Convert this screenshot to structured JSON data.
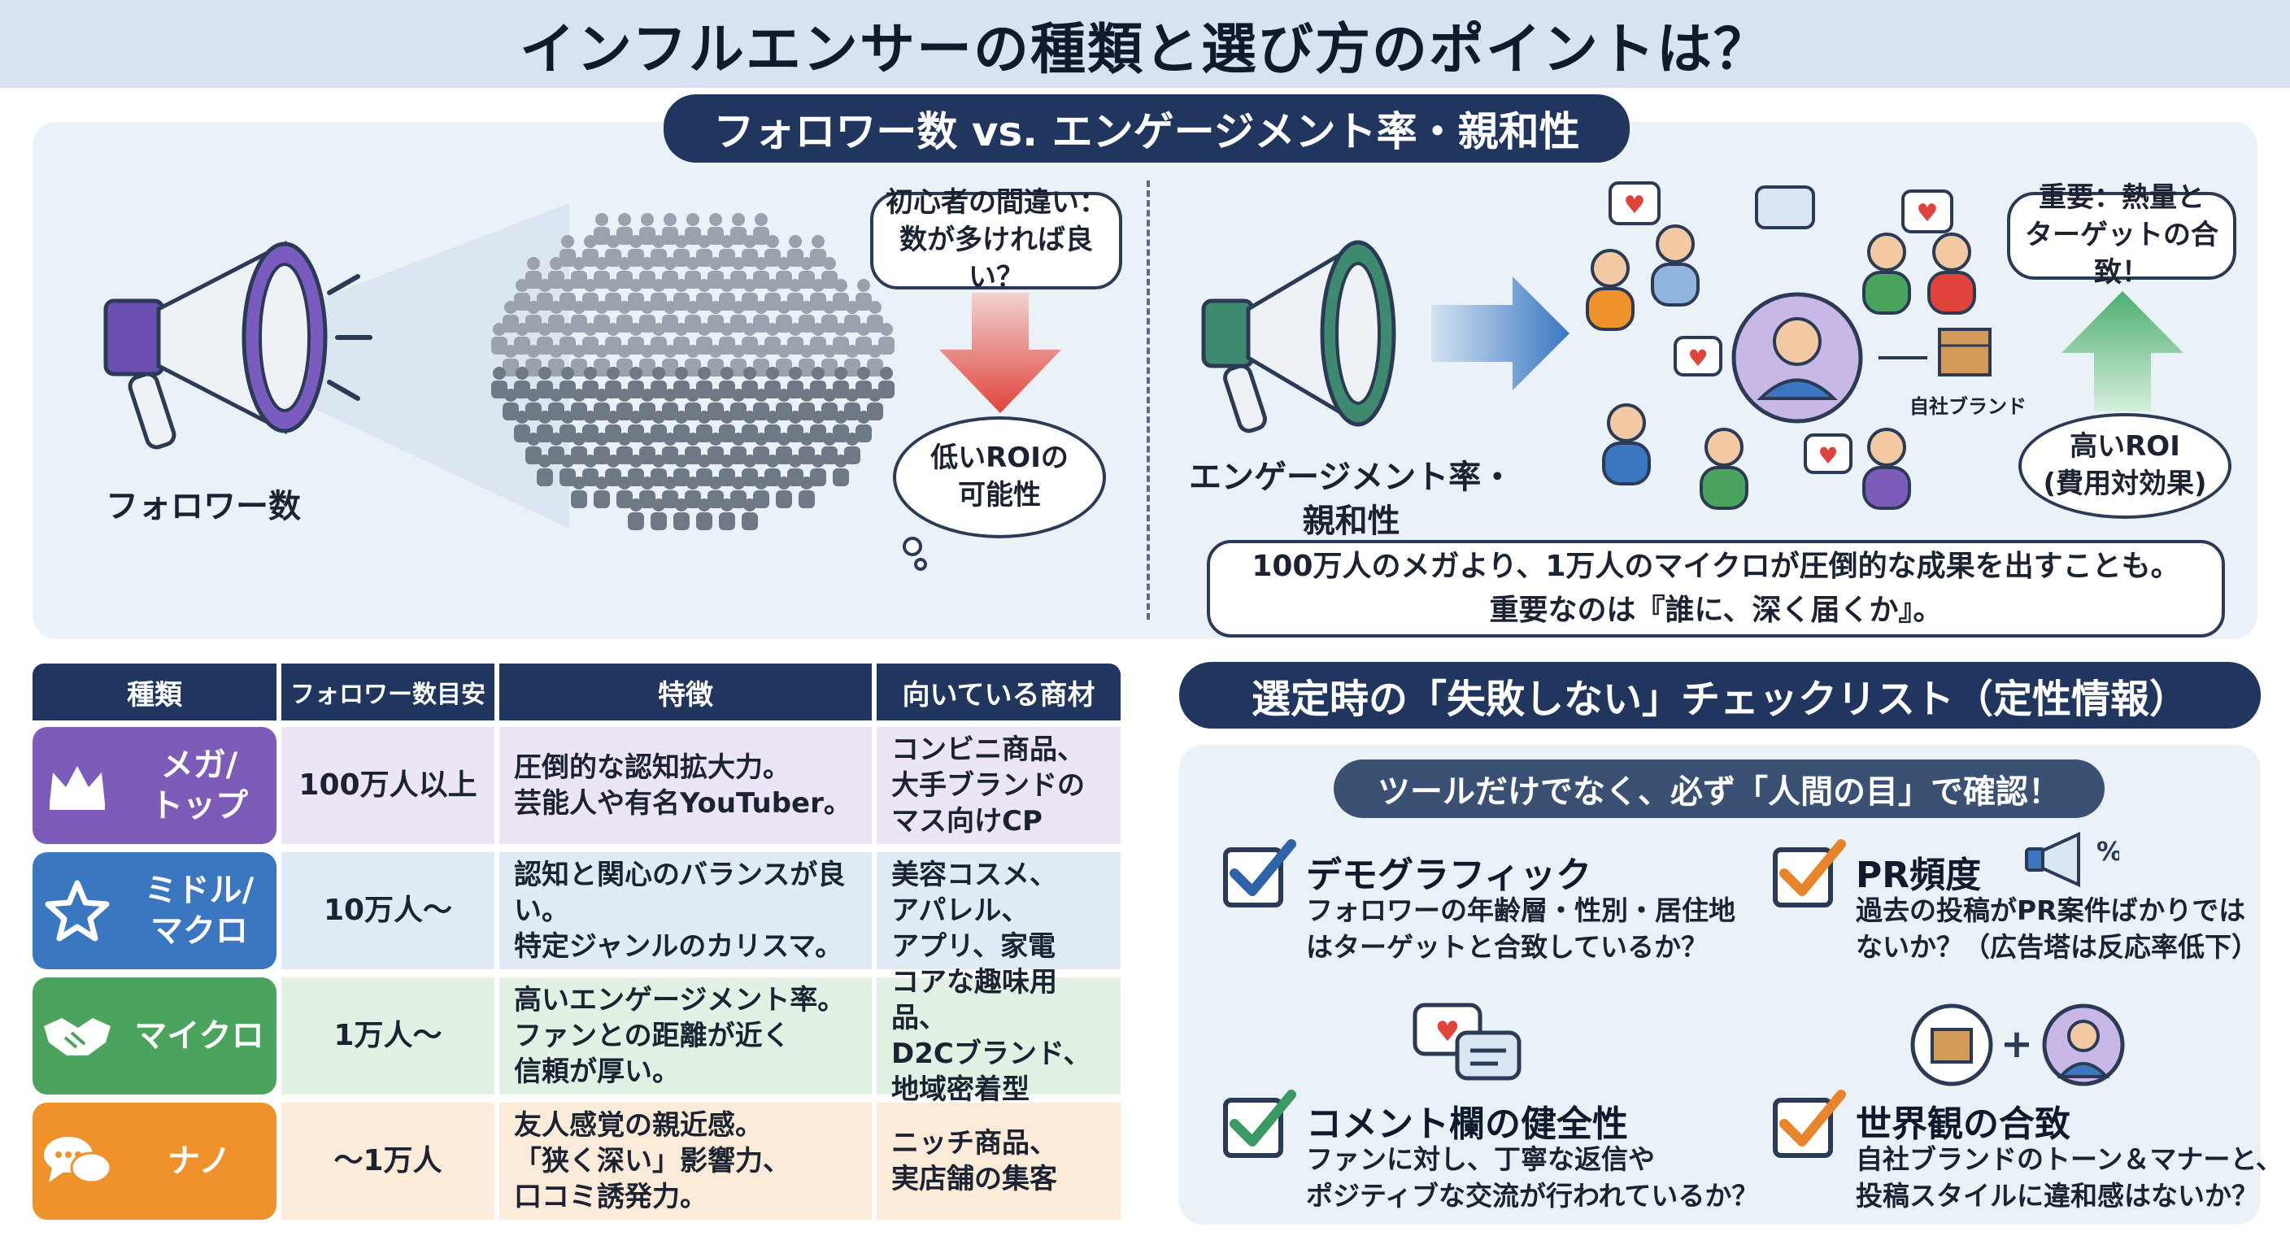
{
  "title": "インフルエンサーの種類と選び方のポイントは？",
  "top_section": {
    "heading": "フォロワー数 vs. エンゲージメント率・親和性",
    "left": {
      "label": "フォロワー数",
      "mistake_bubble": [
        "初心者の間違い：",
        "数が多ければ良い？"
      ],
      "result_cloud": [
        "低いROIの",
        "可能性"
      ],
      "arrow_color": "#e0433b",
      "megaphone_color": "#7a5cc0"
    },
    "right": {
      "label": [
        "エンゲージメント率・",
        "親和性"
      ],
      "important_bubble": [
        "重要：熱量と",
        "ターゲットの合致！"
      ],
      "result_cloud": [
        "高いROI",
        "(費用対効果)"
      ],
      "brand_label": "自社ブランド",
      "arrow_color": "#4caf6e",
      "megaphone_color": "#3e8a6e",
      "quote": [
        "100万人のメガより、1万人のマイクロが圧倒的な成果を出すことも。",
        "重要なのは『誰に、深く届くか』。"
      ]
    }
  },
  "table": {
    "headers": [
      "種類",
      "フォロワー数目安",
      "特徴",
      "向いている商材"
    ],
    "rows": [
      {
        "type": [
          "メガ/",
          "トップ"
        ],
        "icon": "crown-icon",
        "color": "#7d5bb8",
        "bg": "#ece5f5",
        "followers": "100万人以上",
        "features": [
          "圧倒的な認知拡大力。",
          "芸能人や有名YouTuber。"
        ],
        "products": [
          "コンビニ商品、",
          "大手ブランドの",
          "マス向けCP"
        ]
      },
      {
        "type": [
          "ミドル/",
          "マクロ"
        ],
        "icon": "star-icon",
        "color": "#3a77c0",
        "bg": "#e1ebf6",
        "followers": "10万人〜",
        "features": [
          "認知と関心のバランスが良い。",
          "特定ジャンルのカリスマ。"
        ],
        "products": [
          "美容コスメ、",
          "アパレル、",
          "アプリ、家電"
        ]
      },
      {
        "type": [
          "マイクロ"
        ],
        "icon": "handshake-icon",
        "color": "#4aa45e",
        "bg": "#e3f1e4",
        "followers": "1万人〜",
        "features": [
          "高いエンゲージメント率。",
          "ファンとの距離が近く",
          "信頼が厚い。"
        ],
        "products": [
          "コアな趣味用品、",
          "D2Cブランド、",
          "地域密着型"
        ]
      },
      {
        "type": [
          "ナノ"
        ],
        "icon": "chat-bubbles-icon",
        "color": "#f0922b",
        "bg": "#fcebd8",
        "followers": "〜1万人",
        "features": [
          "友人感覚の親近感。",
          "「狭く深い」影響力、",
          "口コミ誘発力。"
        ],
        "products": [
          "ニッチ商品、",
          "実店舗の集客"
        ]
      }
    ]
  },
  "checklist": {
    "heading": "選定時の「失敗しない」チェックリスト（定性情報）",
    "subheading": "ツールだけでなく、必ず「人間の目」で確認！",
    "items": [
      {
        "title": "デモグラフィック",
        "desc": [
          "フォロワーの年齢層・性別・居住地",
          "はターゲットと合致しているか？"
        ],
        "check_color": "#2f63a8"
      },
      {
        "title": "PR頻度",
        "desc": [
          "過去の投稿がPR案件ばかりでは",
          "ないか？（広告塔は反応率低下）"
        ],
        "check_color": "#e8842a"
      },
      {
        "title": "コメント欄の健全性",
        "desc": [
          "ファンに対し、丁寧な返信や",
          "ポジティブな交流が行われているか？"
        ],
        "check_color": "#3b9a63"
      },
      {
        "title": "世界観の合致",
        "desc": [
          "自社ブランドのトーン＆マナーと、",
          "投稿スタイルに違和感はないか？"
        ],
        "check_color": "#e8842a"
      }
    ]
  }
}
